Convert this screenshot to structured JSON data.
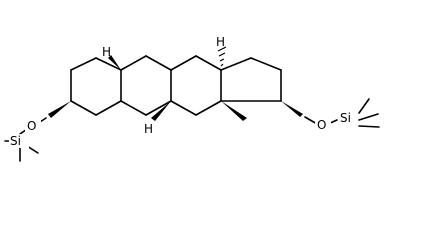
{
  "molecule": {
    "labels": {
      "o_left": "O",
      "si_left": "Si",
      "o_right": "O",
      "si_right": "Si",
      "h_c5": "H",
      "h_c9": "H",
      "h_c14": "H"
    }
  }
}
